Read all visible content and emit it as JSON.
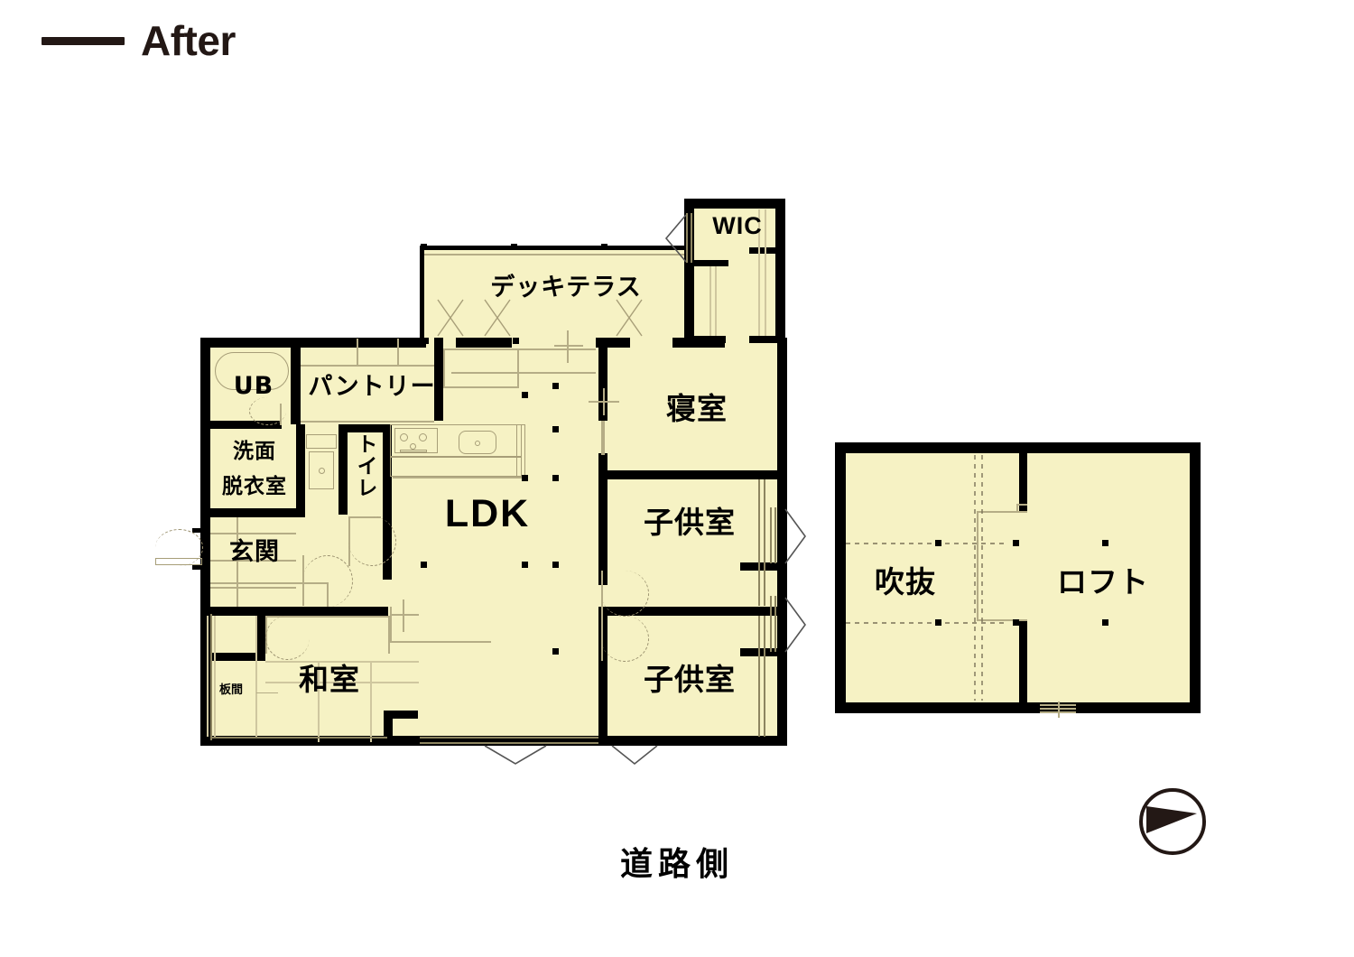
{
  "header": {
    "rule_icon": "horizontal-rule-icon",
    "title": "After"
  },
  "caption": {
    "road_side": "道路側"
  },
  "compass": {
    "icon": "compass-north-arrow-icon"
  },
  "floorplan": {
    "name": "after-floor-plan",
    "ground_floor": {
      "rooms": [
        {
          "key": "ub",
          "label": "UB",
          "note": "unit bath"
        },
        {
          "key": "pantry",
          "label": "パントリー",
          "note": "pantry"
        },
        {
          "key": "washroom",
          "label_line1": "洗面",
          "label_line2": "脱衣室",
          "note": "washroom / changing room"
        },
        {
          "key": "toilet",
          "label": "トイレ",
          "note": "toilet, vertical text"
        },
        {
          "key": "entrance",
          "label": "玄関",
          "note": "entrance"
        },
        {
          "key": "ldk",
          "label": "LDK",
          "note": "living dining kitchen"
        },
        {
          "key": "washitsu",
          "label": "和室",
          "note": "japanese style room"
        },
        {
          "key": "itama",
          "label": "板間",
          "note": "wood floor strip"
        },
        {
          "key": "deck",
          "label": "デッキテラス",
          "note": "deck terrace"
        },
        {
          "key": "wic",
          "label": "WIC",
          "note": "walk in closet"
        },
        {
          "key": "bedroom",
          "label": "寝室",
          "note": "master bedroom"
        },
        {
          "key": "kids1",
          "label": "子供室",
          "note": "children room upper"
        },
        {
          "key": "kids2",
          "label": "子供室",
          "note": "children room lower"
        }
      ]
    },
    "loft_floor": {
      "rooms": [
        {
          "key": "void",
          "label": "吹抜",
          "note": "open to below / void"
        },
        {
          "key": "loft",
          "label": "ロフト",
          "note": "loft"
        }
      ]
    }
  },
  "colors": {
    "room_fill": "#f6f2c4",
    "wall": "#000000",
    "ink": "#231815",
    "thin_line": "#b5ad86",
    "background": "#ffffff"
  }
}
